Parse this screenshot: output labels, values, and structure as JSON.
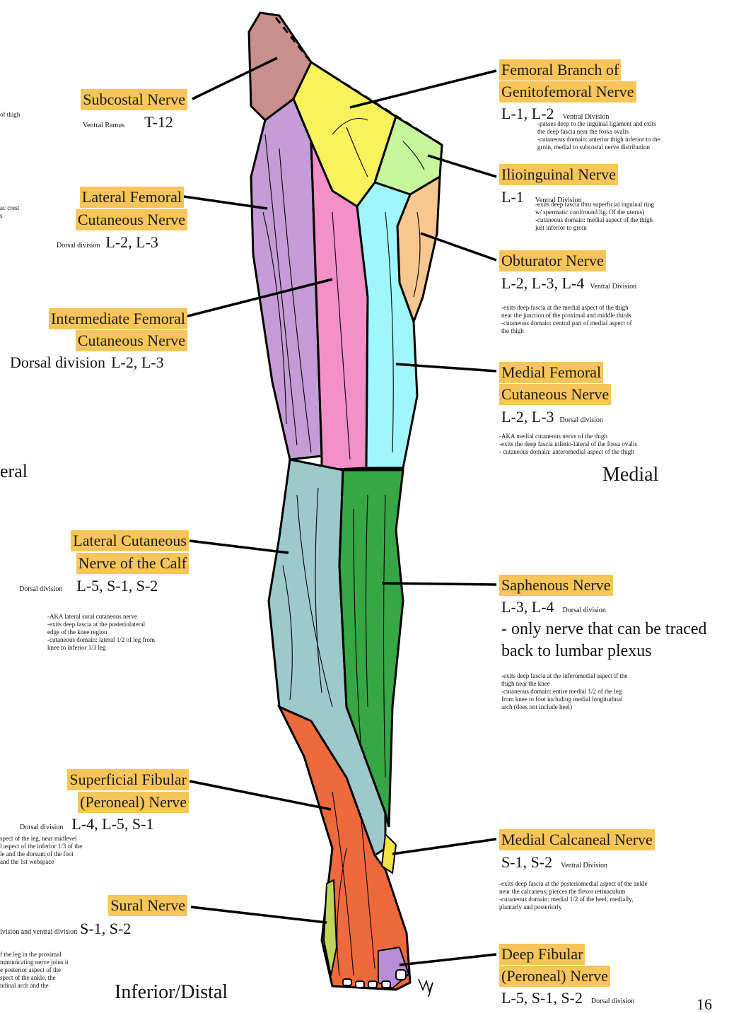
{
  "orientation": {
    "lateral": "eral",
    "medial": "Medial",
    "inferior": "Inferior/Distal"
  },
  "page_number": "16",
  "region_colors": {
    "subcostal": "#c98f8c",
    "femoral_branch": "#f8f35c",
    "ilioinguinal": "#c7f59a",
    "lateral_femoral": "#c69cd6",
    "intermediate_femoral": "#f490c9",
    "obturator": "#f8c690",
    "medial_femoral": "#9ff7fb",
    "lateral_calf": "#9ec9cb",
    "saphenous": "#36a744",
    "superficial_fibular": "#ee6a3d",
    "medial_calcaneal": "#f3e444",
    "sural": "#c1d45a",
    "deep_fibular": "#b88fd4"
  },
  "left_edge": {
    "thigh": "of thigh",
    "crest1": "ac crest",
    "crest2": "s",
    "sf1": "spect of the leg, near midlevel",
    "sf2": "l aspect of the inferior 1/3 of the",
    "sf3": "le and the dorsum of the foot",
    "sf4": "and the 1st webspace",
    "su1": "f the leg in the proximal",
    "su2": "mmunicating nerve joins it",
    "su3": "e posterior aspect of the",
    "su4": "spect of the ankle, the",
    "su5": "ndinal arch and the"
  },
  "nerves": {
    "subcostal": {
      "name": "Subcostal Nerve",
      "division": "Ventral Ramus",
      "levels": "T-12"
    },
    "lateral_femoral": {
      "name1": "Lateral Femoral",
      "name2": "Cutaneous Nerve",
      "division": "Dorsal division",
      "levels": "L-2, L-3"
    },
    "intermediate_femoral": {
      "name1": "Intermediate Femoral",
      "name2": "Cutaneous Nerve",
      "division": "Dorsal division",
      "levels": "L-2, L-3"
    },
    "lateral_calf": {
      "name1": "Lateral Cutaneous",
      "name2": "Nerve of the Calf",
      "division": "Dorsal division",
      "levels": "L-5, S-1, S-2",
      "note1": "-AKA lateral sural cutaneous nerve",
      "note2": "-exits deep fascia at the posteriolateral",
      "note3": "edge of the knee region",
      "note4": "-cutaneous domain: lateral 1/2 of leg from",
      "note5": "knee to inferior 1/3 leg"
    },
    "superficial_fibular": {
      "name1": "Superficial Fibular",
      "name2": "(Peroneal) Nerve",
      "division": "Dorsal division",
      "levels": "L-4, L-5, S-1"
    },
    "sural": {
      "name": "Sural Nerve",
      "division": "ivision and ventral division",
      "levels": "S-1, S-2"
    },
    "femoral_branch": {
      "name1": "Femoral Branch of",
      "name2": "Genitofemoral Nerve",
      "levels": "L-1, L-2",
      "division": "Ventral Division",
      "note1": "-passes deep to the inguinal ligament and exits",
      "note2": "the deep fascia near the fossa ovalis",
      "note3": "-cutaneous domain: anterior thigh inferior to the",
      "note4": "groin, medial to subcostal nerve distribution"
    },
    "ilioinguinal": {
      "name": "Ilioinguinal Nerve",
      "levels": "L-1",
      "division": "Ventral Division",
      "note1": "-exits deep fascia thru superficial inguinal ring",
      "note2": "w/ spermatic cord/round lig. Of the uterus)",
      "note3": "-cutaneous domain: medial aspect of the thigh",
      "note4": "just inferior to groin"
    },
    "obturator": {
      "name": "Obturator Nerve",
      "levels": "L-2, L-3, L-4",
      "division": "Ventral Division",
      "note1": "-exits deep fascia at the medial aspect of the thigh",
      "note2": "near the junction of the proximal and middle thirds",
      "note3": "-cutaneous domain: central part of medial aspect of",
      "note4": "the thigh"
    },
    "medial_femoral": {
      "name1": "Medial Femoral",
      "name2": "Cutaneous Nerve",
      "levels": "L-2, L-3",
      "division": "Dorsal division",
      "note1": "-AKA medial cutaneous nerve of the thigh",
      "note2": "-exits the deep fascia inferio-lateral of the fossa ovalis",
      "note3": "- cutaneous domain: anteromedial aspect of the thigh"
    },
    "saphenous": {
      "name": "Saphenous Nerve",
      "levels": "L-3, L-4",
      "division": "Dorsal division",
      "big1": "- only nerve that can be traced",
      "big2": "back to lumbar plexus",
      "note1": "-exits deep fascia at the inferomedial aspect if the",
      "note2": "thigh near the knee",
      "note3": "-cutaneous domain: entire medial 1/2 of the leg",
      "note4": "from knee to foot including medial longitudinal",
      "note5": "arch (does not include heel)"
    },
    "medial_calcaneal": {
      "name": "Medial Calcaneal Nerve",
      "levels": "S-1, S-2",
      "division": "Ventral Division",
      "note1": "-exits deep fascia at the posteriomedial aspect of the ankle",
      "note2": "near the calcaneus; pierces the flexor retinaculum",
      "note3": "-cutaneous domain: medial 1/2 of the heel; medially,",
      "note4": "plantarly and posteriorly"
    },
    "deep_fibular": {
      "name1": "Deep Fibular",
      "name2": "(Peroneal) Nerve",
      "levels": "L-5, S-1, S-2",
      "division": "Dorsal division"
    }
  }
}
